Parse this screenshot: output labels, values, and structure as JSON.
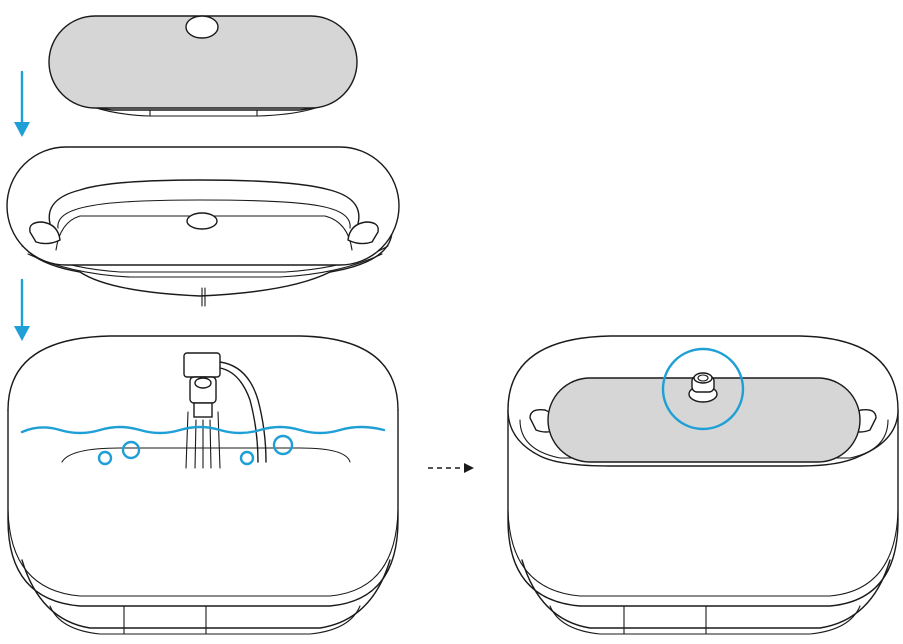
{
  "diagram": {
    "steps": [
      {
        "name": "lid"
      },
      {
        "name": "top-tray"
      },
      {
        "name": "water-tank"
      }
    ],
    "result": {
      "name": "assembled-fountain"
    },
    "colors": {
      "accent": "#1e9fd6",
      "line": "#1a1a1a",
      "lid_fill": "#d6d6d6",
      "background": "#ffffff"
    },
    "icons": [
      "down-arrow-icon",
      "dashed-right-arrow-icon",
      "highlight-circle-icon"
    ]
  }
}
